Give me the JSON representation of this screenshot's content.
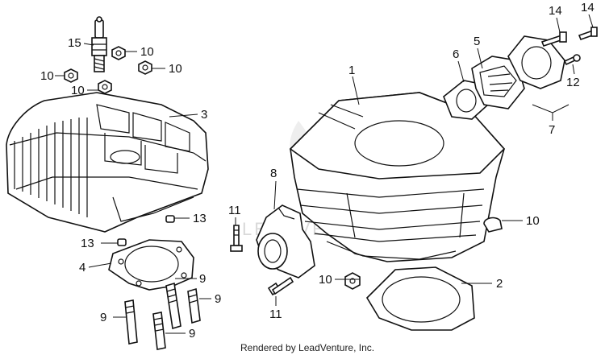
{
  "diagram": {
    "callouts": [
      {
        "id": "c1",
        "label": "1"
      },
      {
        "id": "c2",
        "label": "2"
      },
      {
        "id": "c3",
        "label": "3"
      },
      {
        "id": "c4",
        "label": "4"
      },
      {
        "id": "c5",
        "label": "5"
      },
      {
        "id": "c6",
        "label": "6"
      },
      {
        "id": "c7",
        "label": "7"
      },
      {
        "id": "c8",
        "label": "8"
      },
      {
        "id": "c9a",
        "label": "9"
      },
      {
        "id": "c9b",
        "label": "9"
      },
      {
        "id": "c9c",
        "label": "9"
      },
      {
        "id": "c9d",
        "label": "9"
      },
      {
        "id": "c10a",
        "label": "10"
      },
      {
        "id": "c10b",
        "label": "10"
      },
      {
        "id": "c10c",
        "label": "10"
      },
      {
        "id": "c10d",
        "label": "10"
      },
      {
        "id": "c10e",
        "label": "10"
      },
      {
        "id": "c10f",
        "label": "10"
      },
      {
        "id": "c11a",
        "label": "11"
      },
      {
        "id": "c11b",
        "label": "11"
      },
      {
        "id": "c12",
        "label": "12"
      },
      {
        "id": "c13a",
        "label": "13"
      },
      {
        "id": "c13b",
        "label": "13"
      },
      {
        "id": "c14a",
        "label": "14"
      },
      {
        "id": "c14b",
        "label": "14"
      },
      {
        "id": "c15",
        "label": "15"
      }
    ],
    "watermark": "LEADVENTURE",
    "footer": "Rendered by LeadVenture, Inc.",
    "colors": {
      "ink": "#111111",
      "paper": "#ffffff",
      "watermark": "#d9d9d9"
    }
  }
}
